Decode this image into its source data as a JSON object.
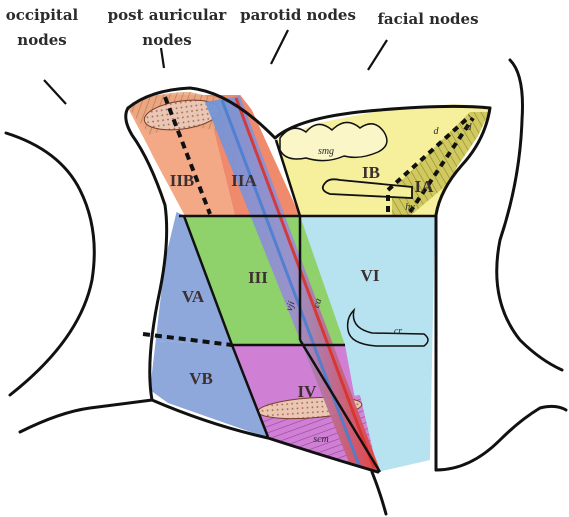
{
  "headers": {
    "occipital": [
      "occipital",
      "nodes"
    ],
    "post_auricular": [
      "post auricular",
      "nodes"
    ],
    "parotid": "parotid nodes",
    "facial": "facial nodes"
  },
  "levels": {
    "IA": "IA",
    "IB": "IB",
    "IIA": "IIA",
    "IIB": "IIB",
    "III": "III",
    "IV": "IV",
    "VA": "VA",
    "VB": "VB",
    "VI": "VI"
  },
  "structures": {
    "smg": "smg",
    "hy": "hy",
    "d1": "d",
    "d2": "d",
    "vji": "vji",
    "ca": "ca",
    "cr": "cr",
    "scm": "scm"
  },
  "colors": {
    "level_ia": "#c9c85a",
    "level_ib": "#f6ef9b",
    "level_iia": "#ef8a6c",
    "level_iib": "#f4a986",
    "level_iii": "#8fd16a",
    "level_iv": "#cf7fd4",
    "level_va": "#8ea8dc",
    "level_vb": "#8ea8dc",
    "level_vi": "#b7e2ef",
    "carotid": "#e8403a",
    "jugular": "#5a8fd6",
    "muscle": "#e0a47c"
  }
}
